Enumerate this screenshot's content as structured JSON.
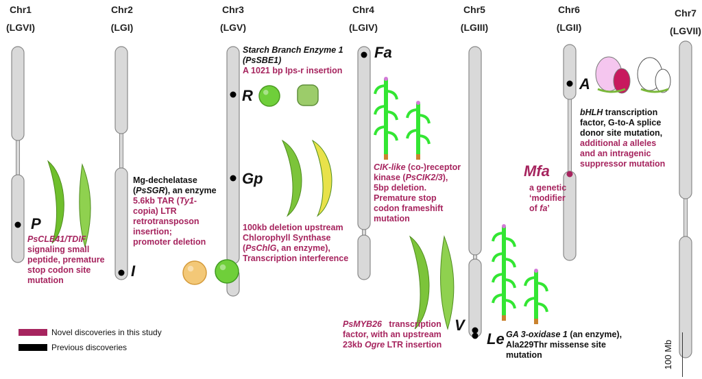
{
  "chromosomes": [
    {
      "name": "Chr1",
      "lg": "(LGVI)"
    },
    {
      "name": "Chr2",
      "lg": "(LGI)"
    },
    {
      "name": "Chr3",
      "lg": "(LGV)"
    },
    {
      "name": "Chr4",
      "lg": "(LGIV)"
    },
    {
      "name": "Chr5",
      "lg": "(LGIII)"
    },
    {
      "name": "Chr6",
      "lg": "(LGII)"
    },
    {
      "name": "Chr7",
      "lg": "(LGVII)"
    }
  ],
  "genes": {
    "P": {
      "symbol": "P",
      "l1a": "PsCLE41/TDIF",
      "l2": "signaling small",
      "l3": "peptide, premature",
      "l4": "stop codon site",
      "l5": "mutation"
    },
    "I": {
      "symbol": "I",
      "l1": "Mg-dechelatase",
      "l2a": "(",
      "l2b": "PsSGR",
      "l2c": "), an enzyme",
      "l3a": "5.6kb TAR (",
      "l3b": "Ty1",
      "l3c": "-",
      "l4": "copia) LTR",
      "l5": "retrotransposon",
      "l6": "insertion;",
      "l7": "promoter deletion"
    },
    "R": {
      "symbol": "R",
      "l1": "Starch Branch Enzyme 1",
      "l2": "(PsSBE1)",
      "l3": "A 1021 bp Ips-r insertion"
    },
    "Gp": {
      "symbol": "Gp",
      "l1": "100kb deletion upstream",
      "l2": "Chlorophyll Synthase",
      "l3a": "(",
      "l3b": "PsChlG",
      "l3c": ", an enzyme),",
      "l4": "Transcription interference"
    },
    "Fa": {
      "symbol": "Fa",
      "l1a": "CIK-like",
      "l1b": " (co-)receptor",
      "l2a": "kinase (",
      "l2b": "PsCIK2/3",
      "l2c": "),",
      "l3": "5bp deletion.",
      "l4": "Premature stop",
      "l5": "codon frameshift",
      "l6": "mutation"
    },
    "V": {
      "symbol": "V",
      "l1a": "PsMYB26",
      "l1b": "   transcription",
      "l2": "factor, with an upstream",
      "l3a": "23kb ",
      "l3b": "Ogre",
      "l3c": " LTR insertion"
    },
    "Le": {
      "symbol": "Le",
      "l1a": "GA 3-oxidase 1",
      "l1b": " (an enzyme),",
      "l2": "Ala229Thr missense site",
      "l3": "mutation"
    },
    "A": {
      "symbol": "A",
      "l1a": "bHLH",
      "l1b": " transcription",
      "l2": "factor, G-to-A splice",
      "l3": "donor site mutation,",
      "l4a": "additional ",
      "l4b": "a",
      "l4c": " alleles",
      "l5": "and an intragenic",
      "l6": "suppressor mutation"
    },
    "Mfa": {
      "symbol": "Mfa",
      "l1": "a genetic",
      "l2": "‘modifier",
      "l3a": "of ",
      "l3b": "fa",
      "l3c": "’"
    }
  },
  "legend": {
    "novel": "Novel discoveries in this study",
    "previous": "Previous discoveries",
    "novel_color": "#a6245e",
    "previous_color": "#000000"
  },
  "scale": {
    "label": "100 Mb"
  }
}
